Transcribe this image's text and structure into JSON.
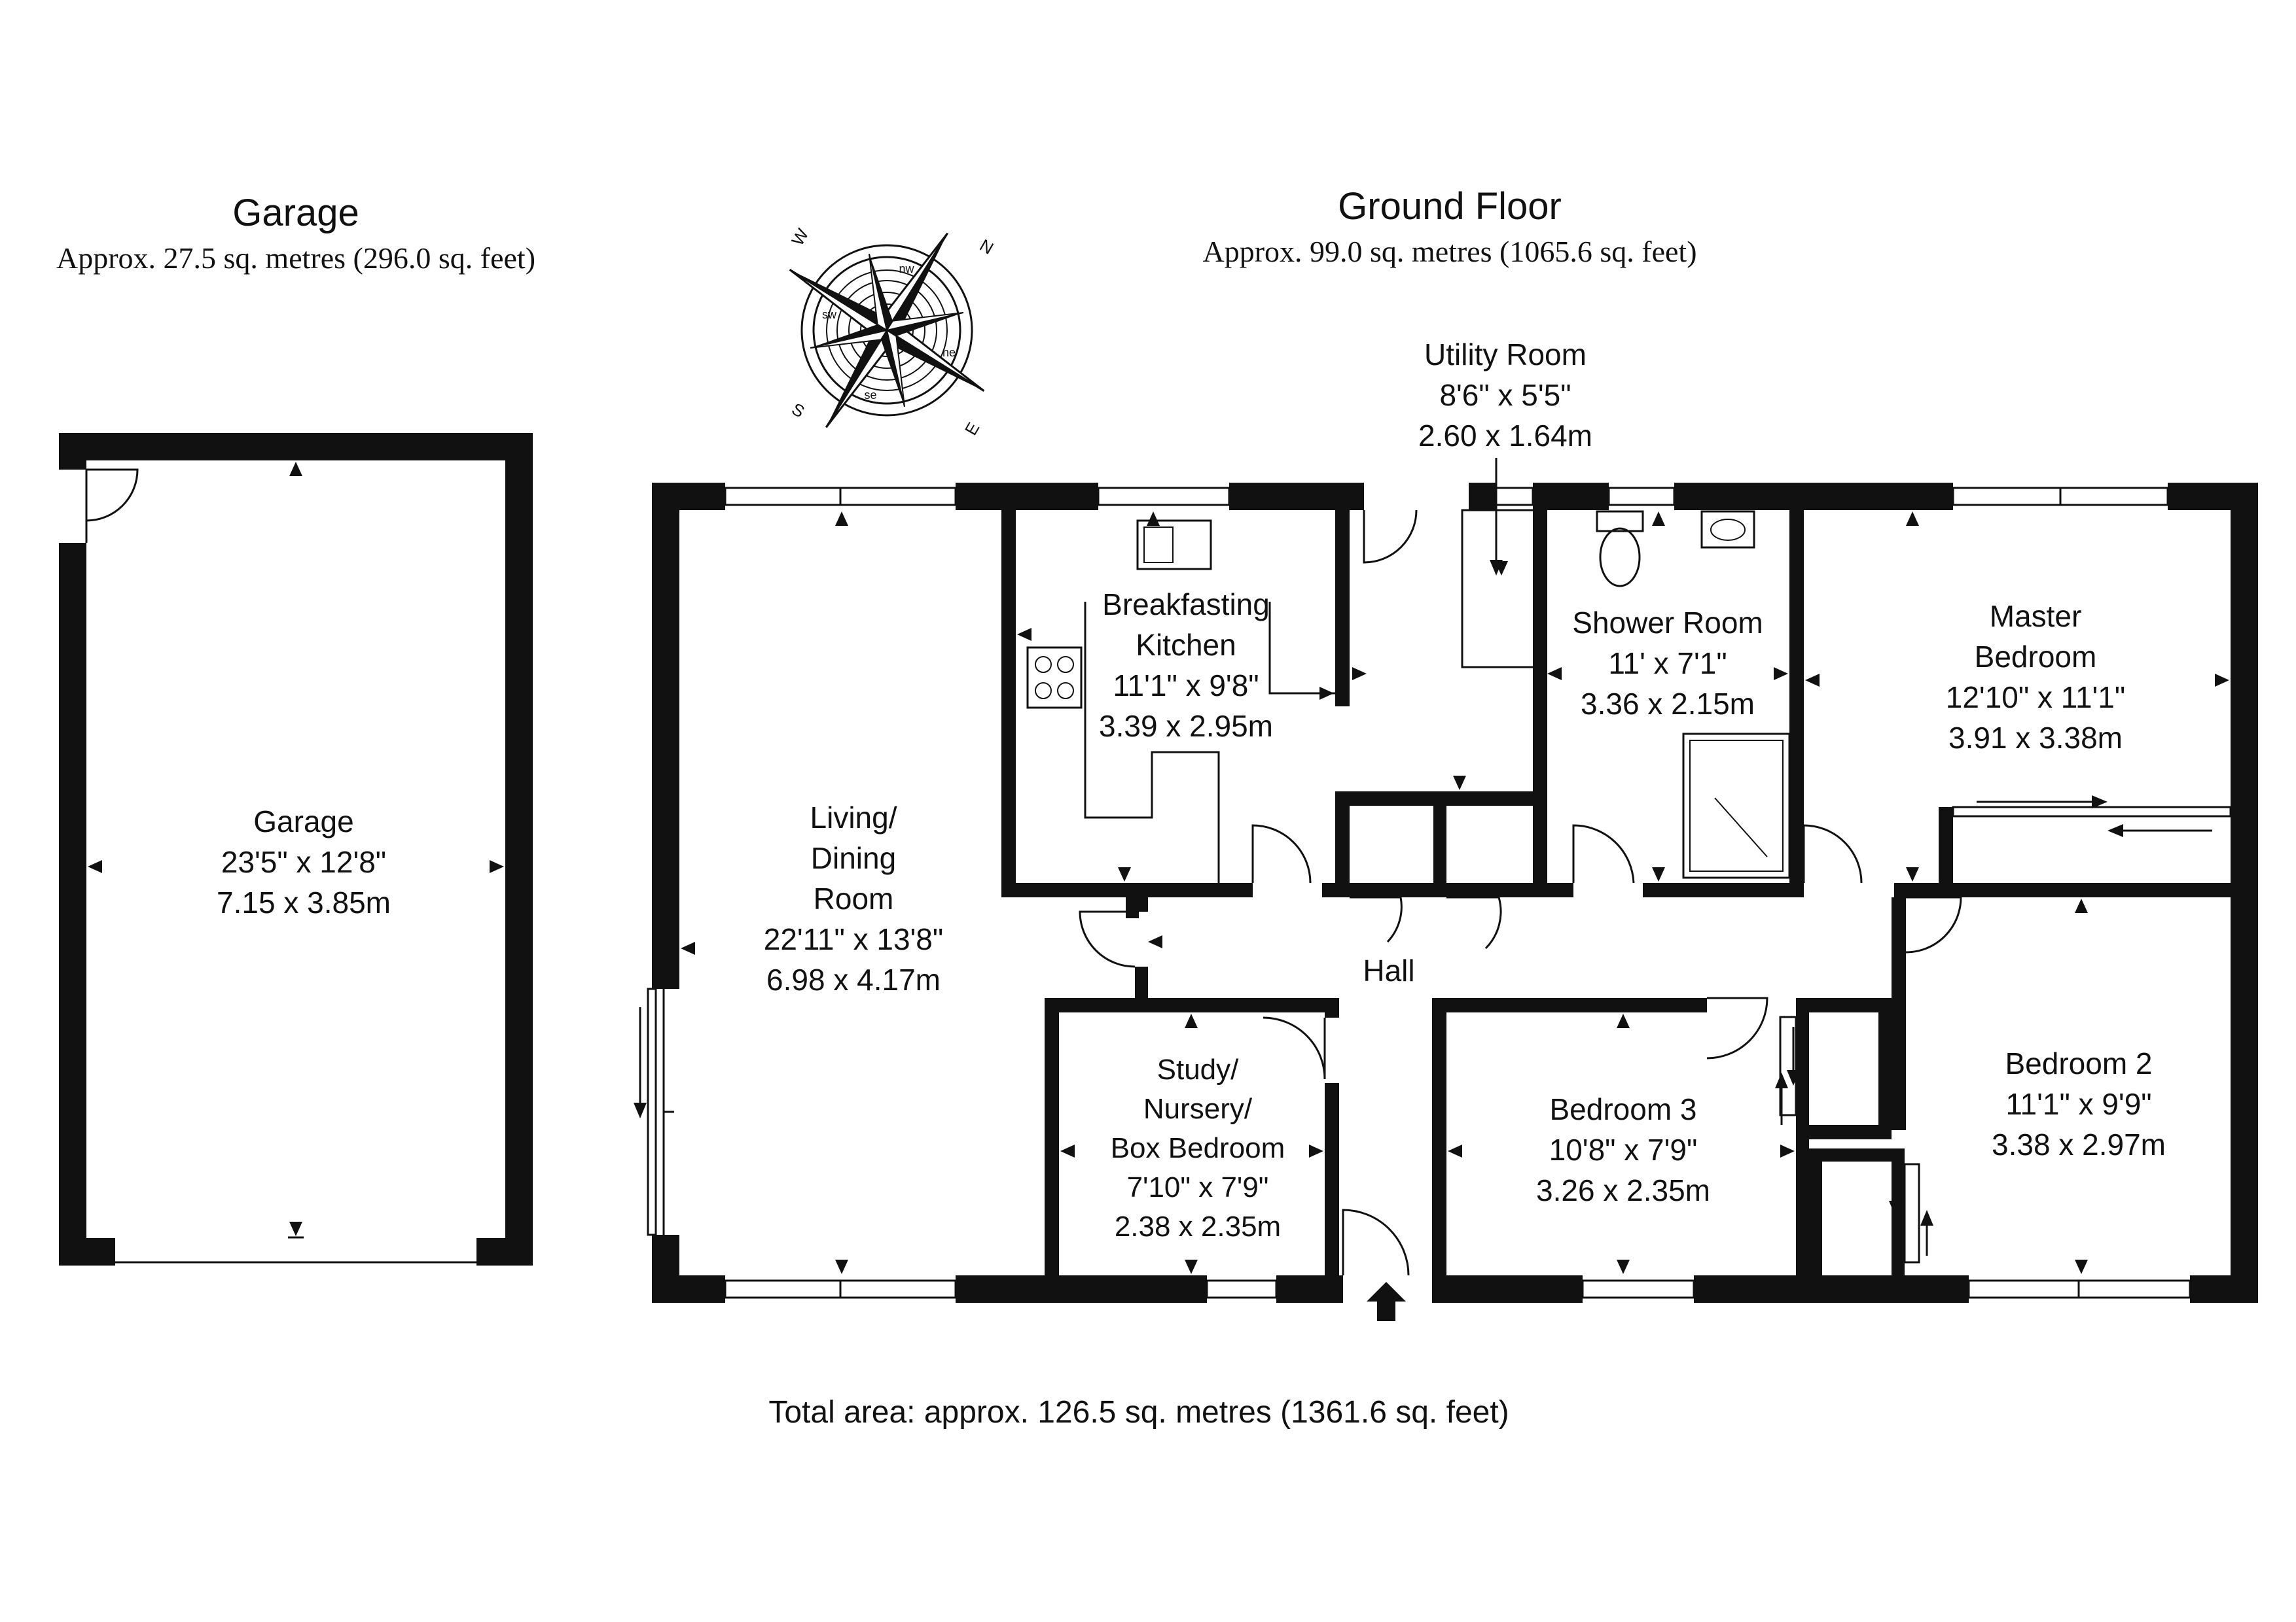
{
  "garage": {
    "title": "Garage",
    "area": "Approx. 27.5 sq. metres (296.0 sq. feet)"
  },
  "ground_floor": {
    "title": "Ground Floor",
    "area": "Approx. 99.0 sq. metres (1065.6 sq. feet)"
  },
  "compass": {
    "n": "N",
    "e": "E",
    "s": "S",
    "w": "W",
    "ne": "ne",
    "se": "se",
    "sw": "sw",
    "nw": "nw"
  },
  "rooms": {
    "garage": {
      "name": "Garage",
      "imperial": "23'5\" x 12'8\"",
      "metric": "7.15 x 3.85m"
    },
    "living": {
      "name1": "Living/",
      "name2": "Dining",
      "name3": "Room",
      "imperial": "22'11\" x 13'8\"",
      "metric": "6.98 x 4.17m"
    },
    "kitchen": {
      "name1": "Breakfasting",
      "name2": "Kitchen",
      "imperial": "11'1\" x 9'8\"",
      "metric": "3.39 x 2.95m"
    },
    "utility": {
      "name": "Utility Room",
      "imperial": "8'6\" x 5'5\"",
      "metric": "2.60 x 1.64m"
    },
    "shower": {
      "name": "Shower Room",
      "imperial": "11' x 7'1\"",
      "metric": "3.36 x 2.15m"
    },
    "master": {
      "name1": "Master",
      "name2": "Bedroom",
      "imperial": "12'10\" x 11'1\"",
      "metric": "3.91 x 3.38m"
    },
    "hall": {
      "name": "Hall"
    },
    "study": {
      "name1": "Study/",
      "name2": "Nursery/",
      "name3": "Box Bedroom",
      "imperial": "7'10\" x 7'9\"",
      "metric": "2.38 x 2.35m"
    },
    "bedroom3": {
      "name": "Bedroom 3",
      "imperial": "10'8\" x 7'9\"",
      "metric": "3.26 x 2.35m"
    },
    "bedroom2": {
      "name": "Bedroom 2",
      "imperial": "11'1\" x 9'9\"",
      "metric": "3.38 x 2.97m"
    }
  },
  "total": "Total area: approx. 126.5 sq. metres (1361.6 sq. feet)"
}
